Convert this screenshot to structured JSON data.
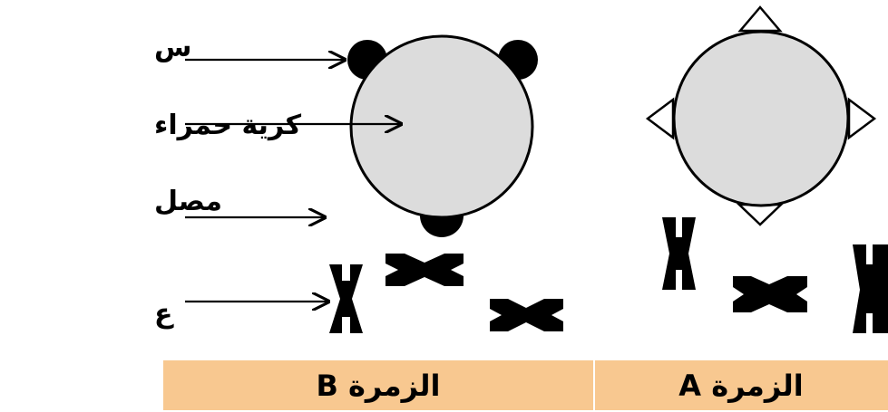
{
  "labels": {
    "s": "س",
    "red_cell": "كرية حمراء",
    "serum": "مصل",
    "ain": "ع"
  },
  "groups": {
    "b": "الزمرة B",
    "a": "الزمرة A"
  },
  "colors": {
    "cell_fill": "#dcdcdc",
    "caption_bg": "#f8c890",
    "ink": "#000000"
  }
}
